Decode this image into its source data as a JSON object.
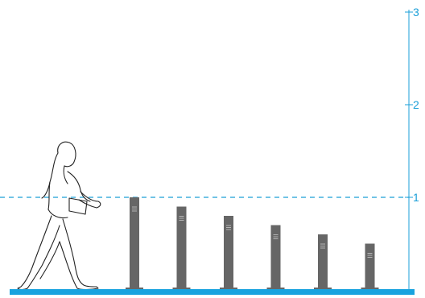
{
  "colors": {
    "accent": "#1a9fd8",
    "bollard": "#666666",
    "bollard_detail": "#c8c8c8",
    "figure_outline": "#222222",
    "ground": "#19a3df"
  },
  "scale": {
    "labels": [
      "1",
      "2",
      "3"
    ],
    "reference_level": 1
  },
  "figure": {
    "icon": "walking-person-outline"
  },
  "bollards": [
    {
      "height": 1.0
    },
    {
      "height": 0.9
    },
    {
      "height": 0.8
    },
    {
      "height": 0.7
    },
    {
      "height": 0.6
    },
    {
      "height": 0.5
    }
  ]
}
